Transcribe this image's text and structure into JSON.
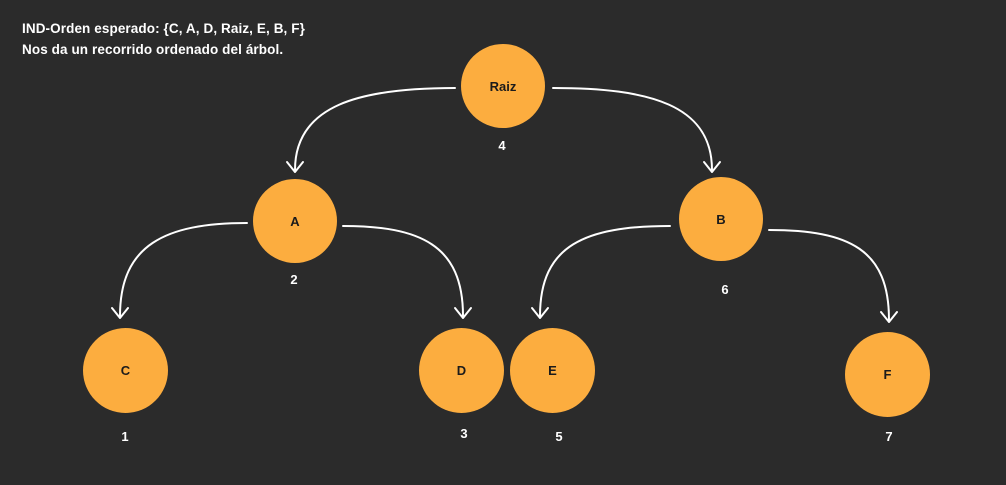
{
  "caption": {
    "line1": "IND-Orden esperado: {C, A, D, Raiz, E, B, F}",
    "line2": "Nos da un recorrido ordenado del árbol."
  },
  "colors": {
    "background": "#2b2b2b",
    "node_fill": "#fcad3f",
    "node_text": "#1b1b1b",
    "edge": "#ffffff",
    "text": "#ffffff"
  },
  "tree": {
    "nodes": [
      {
        "id": "raiz",
        "label": "Raiz",
        "order": "4"
      },
      {
        "id": "a",
        "label": "A",
        "order": "2"
      },
      {
        "id": "b",
        "label": "B",
        "order": "6"
      },
      {
        "id": "c",
        "label": "C",
        "order": "1"
      },
      {
        "id": "d",
        "label": "D",
        "order": "3"
      },
      {
        "id": "e",
        "label": "E",
        "order": "5"
      },
      {
        "id": "f",
        "label": "F",
        "order": "7"
      }
    ],
    "edges": [
      {
        "from": "raiz",
        "to": "a"
      },
      {
        "from": "raiz",
        "to": "b"
      },
      {
        "from": "a",
        "to": "c"
      },
      {
        "from": "a",
        "to": "d"
      },
      {
        "from": "b",
        "to": "e"
      },
      {
        "from": "b",
        "to": "f"
      }
    ]
  }
}
